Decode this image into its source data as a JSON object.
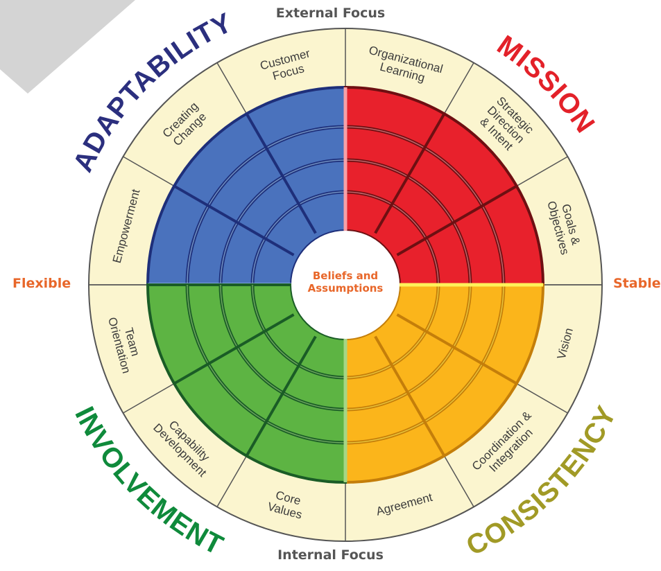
{
  "axes": {
    "top": "External Focus",
    "bottom": "Internal Focus",
    "left": "Flexible",
    "right": "Stable"
  },
  "center": {
    "line1": "Beliefs and",
    "line2": "Assumptions"
  },
  "quadrants": [
    {
      "title": "ADAPTABILITY",
      "color": "#4a72bd",
      "dark": "#1e2f7a",
      "light": "#a9d4f2",
      "title_color": "#2b2f7e"
    },
    {
      "title": "MISSION",
      "color": "#e8212c",
      "dark": "#6e0f12",
      "light": "#f6a0a7",
      "title_color": "#e32129"
    },
    {
      "title": "CONSISTENCY",
      "color": "#fbb51b",
      "dark": "#c47e0a",
      "light": "#fff25a",
      "title_color": "#a19a26"
    },
    {
      "title": "INVOLVEMENT",
      "color": "#5db443",
      "dark": "#1a5c26",
      "light": "#a5d685",
      "title_color": "#0f8a3b"
    }
  ],
  "traits": [
    {
      "id": "organizational-learning",
      "lines": [
        "Organizational",
        "Learning"
      ]
    },
    {
      "id": "strategic-direction",
      "lines": [
        "Strategic",
        "Direction",
        "& Intent"
      ]
    },
    {
      "id": "goals-objectives",
      "lines": [
        "Goals &",
        "Objectives"
      ]
    },
    {
      "id": "vision",
      "lines": [
        "Vision"
      ]
    },
    {
      "id": "coordination-integration",
      "lines": [
        "Coordination &",
        "Integration"
      ]
    },
    {
      "id": "agreement",
      "lines": [
        "Agreement"
      ]
    },
    {
      "id": "core-values",
      "lines": [
        "Core",
        "Values"
      ]
    },
    {
      "id": "capability-development",
      "lines": [
        "Capability",
        "Development"
      ]
    },
    {
      "id": "team-orientation",
      "lines": [
        "Team",
        "Orientation"
      ]
    },
    {
      "id": "empowerment",
      "lines": [
        "Empowerment"
      ]
    },
    {
      "id": "creating-change",
      "lines": [
        "Creating",
        "Change"
      ]
    },
    {
      "id": "customer-focus",
      "lines": [
        "Customer",
        "Focus"
      ]
    }
  ],
  "colors": {
    "outer_ring": "#fbf5cf",
    "ring_stroke": "#555555",
    "axis_label": "#555555",
    "side_label": "#e8672a",
    "center_text": "#e8672a",
    "corner_tab": "#d0d0d0"
  }
}
